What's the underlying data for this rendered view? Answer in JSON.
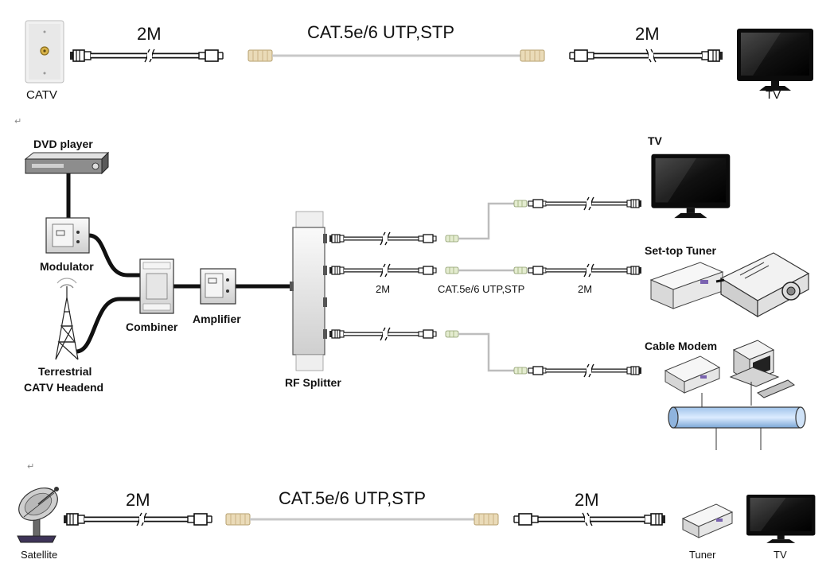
{
  "section1": {
    "left_device_label": "CATV",
    "left_cable_label": "2M",
    "middle_cable_label": "CAT.5e/6 UTP,STP",
    "right_cable_label": "2M",
    "right_device_label": "TV"
  },
  "section2": {
    "dvd_player": "DVD player",
    "modulator": "Modulator",
    "terrestrial_line1": "Terrestrial",
    "terrestrial_line2": "CATV Headend",
    "combiner": "Combiner",
    "amplifier": "Amplifier",
    "rf_splitter": "RF Splitter",
    "tv": "TV",
    "set_top_tuner": "Set-top Tuner",
    "cable_modem": "Cable Modem",
    "cable_label_left": "2M",
    "cable_label_middle": "CAT.5e/6 UTP,STP",
    "cable_label_right": "2M"
  },
  "section3": {
    "left_device_label": "Satellite",
    "left_cable_label": "2M",
    "middle_cable_label": "CAT.5e/6 UTP,STP",
    "right_cable_label": "2M",
    "tuner_label": "Tuner",
    "tv_label": "TV"
  },
  "colors": {
    "line": "#111111",
    "utp_cable": "#c8c8c8",
    "rj45": "#e6d2a6"
  }
}
